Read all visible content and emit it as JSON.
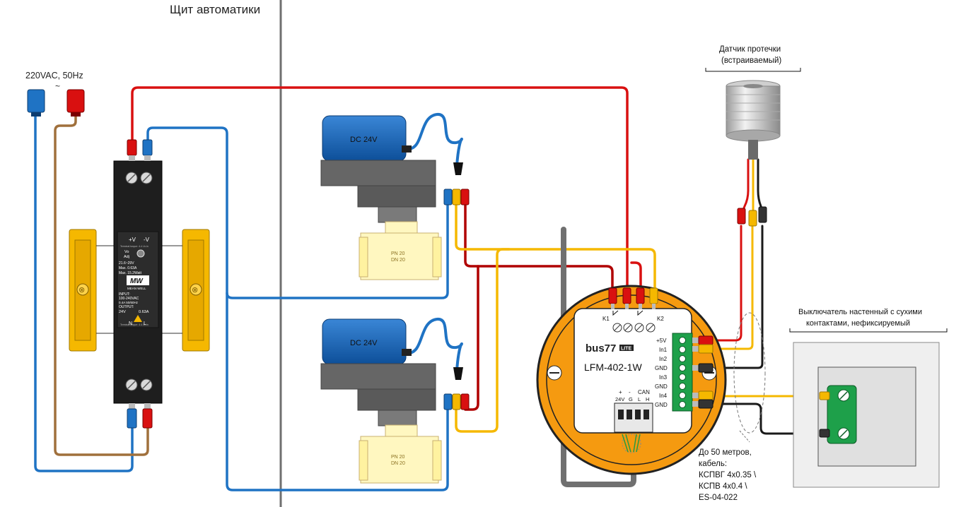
{
  "panel": {
    "title": "Щит автоматики"
  },
  "mains": {
    "label": "220VAC, 50Hz",
    "symbol": "~"
  },
  "psu": {
    "brand": "MW",
    "brand_sub": "MEAN WELL",
    "out_plus": "+V",
    "out_minus": "-V",
    "adj_vo": "Vo",
    "adj": "Adj",
    "v_range": "21.6~29V",
    "max_a": "Max. 0.63A",
    "max_w": "Max. 15.2Watt",
    "input_title": "INPUT:",
    "input_range": "100-240VAC",
    "input_spec": "0.4A   50/60Hz",
    "output_title": "OUTPUT:",
    "output_v": "24V",
    "output_a": "0.63A",
    "note": "Terminal torque: 4.4 Lb-In",
    "in_n": "N",
    "in_l": "L"
  },
  "valves": [
    {
      "actuator_label": "DC 24V",
      "pn": "PN 20",
      "dn": "DN 20"
    },
    {
      "actuator_label": "DC 24V",
      "pn": "PN 20",
      "dn": "DN 20"
    }
  ],
  "controller": {
    "brand": "bus77",
    "brand_badge": "LITE",
    "model": "LFM-402-1W",
    "relay1": "K1",
    "relay2": "K2",
    "inputs": [
      "+5V",
      "In1",
      "In2",
      "GND",
      "In3",
      "GND",
      "In4",
      "GND"
    ],
    "pwr_top": [
      "+",
      "-",
      "CAN"
    ],
    "pwr_bottom": [
      "24V",
      "G",
      "L",
      "H"
    ]
  },
  "sensor": {
    "label_line1": "Датчик протечки",
    "label_line2": "(встраиваемый)"
  },
  "switch": {
    "label_line1": "Выключатель настенный с сухими",
    "label_line2": "контактами, нефиксируемый"
  },
  "cable": {
    "lines": [
      "До 50 метров,",
      "кабель:",
      "КСПВГ 4x0.35 \\",
      "КСПВ 4x0.4 \\",
      "ES-04-022"
    ]
  },
  "colors": {
    "red": "#d91010",
    "blue": "#1f73c4",
    "brown": "#a0703c",
    "yellow": "#f5b800",
    "dark_red": "#b00000",
    "orange": "#f59a10",
    "black": "#1a1a1a"
  }
}
